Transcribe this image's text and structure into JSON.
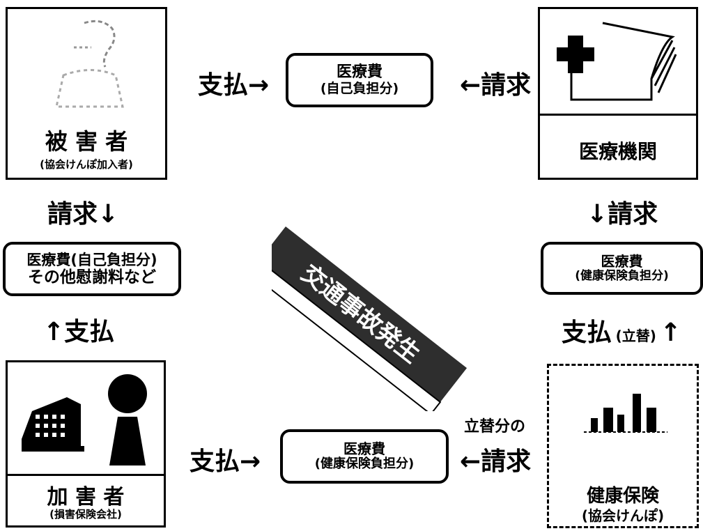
{
  "victim": {
    "name": "被 害 者",
    "sub": "(協会けんぽ加入者)"
  },
  "hospital": {
    "name": "医療機関"
  },
  "assailant": {
    "name": "加 害 者",
    "sub": "(損害保険会社)"
  },
  "insurance": {
    "name": "健康保険",
    "sub": "(協会けんぽ)"
  },
  "top_box": {
    "line1": "医療費",
    "line2": "(自己負担分)"
  },
  "left_box": {
    "line1": "医療費(自己負担分)",
    "line2": "その他慰謝料など"
  },
  "right_box": {
    "line1": "医療費",
    "line2": "(健康保険負担分)"
  },
  "bottom_box": {
    "line1": "医療費",
    "line2": "(健康保険負担分)"
  },
  "labels": {
    "top_pay": "支払→",
    "top_claim": "←請求",
    "left_claim": "請求↓",
    "left_pay": "↑支払",
    "right_claim": "↓請求",
    "right_pay_main": "支払",
    "right_pay_note": "(立替)",
    "right_pay_arrow": "↑",
    "bottom_pay": "支払→",
    "bottom_claim_note": "立替分の",
    "bottom_claim": "←請求"
  },
  "center_arrow": {
    "text": "交通事故発生"
  }
}
